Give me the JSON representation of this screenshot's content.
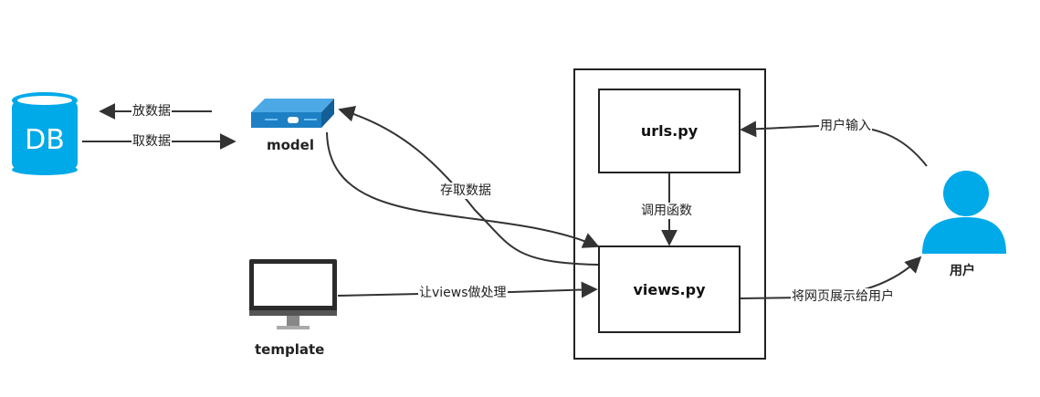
{
  "nodes": {
    "db": "DB",
    "model": "model",
    "template": "template",
    "urls": "urls.py",
    "views": "views.py",
    "user": "用户"
  },
  "edges": {
    "put_data": "放数据",
    "get_data": "取数据",
    "access_data": "存取数据",
    "call_func": "调用函数",
    "user_input": "用户输入",
    "let_views": "让views做处理",
    "show_page": "将网页展示给用户"
  },
  "colors": {
    "icon_blue": "#00a9e8",
    "model_blue": "#1d7fc4",
    "line": "#333333"
  }
}
